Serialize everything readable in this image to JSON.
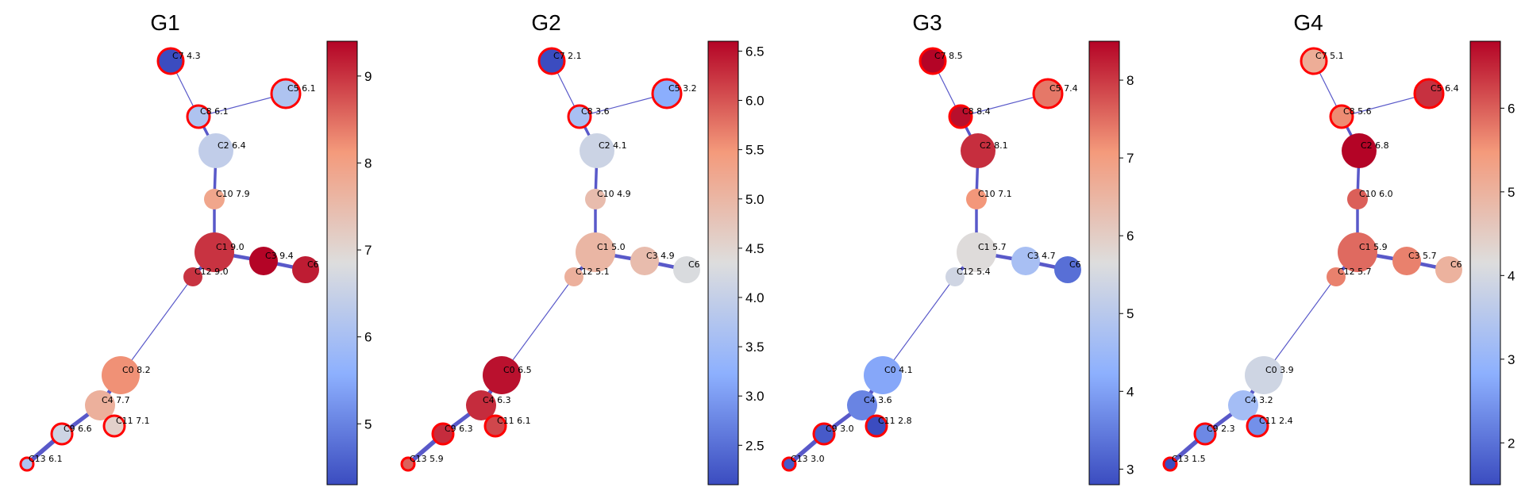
{
  "chart_data": [
    {
      "type": "network",
      "title": "G1",
      "colormap": "coolwarm",
      "colorbar": {
        "range": [
          4.3,
          9.4
        ],
        "ticks": [
          5,
          6,
          7,
          8,
          9
        ]
      },
      "nodes": [
        {
          "id": "C7",
          "label": "C7 4.3",
          "value": 4.3,
          "highlight": true
        },
        {
          "id": "C8",
          "label": "C8 6.1",
          "value": 6.1,
          "highlight": true
        },
        {
          "id": "C5",
          "label": "C5 6.1",
          "value": 6.1,
          "highlight": true
        },
        {
          "id": "C2",
          "label": "C2 6.4",
          "value": 6.4,
          "highlight": false
        },
        {
          "id": "C10",
          "label": "C10 7.9",
          "value": 7.9,
          "highlight": false
        },
        {
          "id": "C1",
          "label": "C1 9.0",
          "value": 9.0,
          "highlight": false
        },
        {
          "id": "C3",
          "label": "C3 9.4",
          "value": 9.4,
          "highlight": false
        },
        {
          "id": "C6",
          "label": "C6",
          "value": 9.2,
          "highlight": false
        },
        {
          "id": "C12",
          "label": "C12 9.0",
          "value": 9.0,
          "highlight": false
        },
        {
          "id": "C0",
          "label": "C0 8.2",
          "value": 8.2,
          "highlight": false
        },
        {
          "id": "C4",
          "label": "C4 7.7",
          "value": 7.7,
          "highlight": false
        },
        {
          "id": "C11",
          "label": "C11 7.1",
          "value": 7.1,
          "highlight": true
        },
        {
          "id": "C9",
          "label": "C9 6.6",
          "value": 6.6,
          "highlight": true
        },
        {
          "id": "C13",
          "label": "C13 6.1",
          "value": 6.1,
          "highlight": true
        }
      ]
    },
    {
      "type": "network",
      "title": "G2",
      "colormap": "coolwarm",
      "colorbar": {
        "range": [
          2.1,
          6.6
        ],
        "ticks": [
          2.5,
          3.0,
          3.5,
          4.0,
          4.5,
          5.0,
          5.5,
          6.0,
          6.5
        ]
      },
      "nodes": [
        {
          "id": "C7",
          "label": "C7 2.1",
          "value": 2.1,
          "highlight": true
        },
        {
          "id": "C8",
          "label": "C8 3.6",
          "value": 3.6,
          "highlight": true
        },
        {
          "id": "C5",
          "label": "C5 3.2",
          "value": 3.2,
          "highlight": true
        },
        {
          "id": "C2",
          "label": "C2 4.1",
          "value": 4.1,
          "highlight": false
        },
        {
          "id": "C10",
          "label": "C10 4.9",
          "value": 4.9,
          "highlight": false
        },
        {
          "id": "C1",
          "label": "C1 5.0",
          "value": 5.0,
          "highlight": false
        },
        {
          "id": "C3",
          "label": "C3 4.9",
          "value": 4.9,
          "highlight": false
        },
        {
          "id": "C6",
          "label": "C6",
          "value": 4.3,
          "highlight": false
        },
        {
          "id": "C12",
          "label": "C12 5.1",
          "value": 5.1,
          "highlight": false
        },
        {
          "id": "C0",
          "label": "C0 6.5",
          "value": 6.5,
          "highlight": false
        },
        {
          "id": "C4",
          "label": "C4 6.3",
          "value": 6.3,
          "highlight": false
        },
        {
          "id": "C11",
          "label": "C11 6.1",
          "value": 6.1,
          "highlight": true
        },
        {
          "id": "C9",
          "label": "C9 6.3",
          "value": 6.3,
          "highlight": true
        },
        {
          "id": "C13",
          "label": "C13 5.9",
          "value": 5.9,
          "highlight": true
        }
      ]
    },
    {
      "type": "network",
      "title": "G3",
      "colormap": "coolwarm",
      "colorbar": {
        "range": [
          2.8,
          8.5
        ],
        "ticks": [
          3,
          4,
          5,
          6,
          7,
          8
        ]
      },
      "nodes": [
        {
          "id": "C7",
          "label": "C7 8.5",
          "value": 8.5,
          "highlight": true
        },
        {
          "id": "C8",
          "label": "C8 8.4",
          "value": 8.4,
          "highlight": true
        },
        {
          "id": "C5",
          "label": "C5 7.4",
          "value": 7.4,
          "highlight": true
        },
        {
          "id": "C2",
          "label": "C2 8.1",
          "value": 8.1,
          "highlight": false
        },
        {
          "id": "C10",
          "label": "C10 7.1",
          "value": 7.1,
          "highlight": false
        },
        {
          "id": "C1",
          "label": "C1 5.7",
          "value": 5.7,
          "highlight": false
        },
        {
          "id": "C3",
          "label": "C3 4.7",
          "value": 4.7,
          "highlight": false
        },
        {
          "id": "C6",
          "label": "C6",
          "value": 3.3,
          "highlight": false
        },
        {
          "id": "C12",
          "label": "C12 5.4",
          "value": 5.4,
          "highlight": false
        },
        {
          "id": "C0",
          "label": "C0 4.1",
          "value": 4.1,
          "highlight": false
        },
        {
          "id": "C4",
          "label": "C4 3.6",
          "value": 3.6,
          "highlight": false
        },
        {
          "id": "C11",
          "label": "C11 2.8",
          "value": 2.8,
          "highlight": true
        },
        {
          "id": "C9",
          "label": "C9 3.0",
          "value": 3.0,
          "highlight": true
        },
        {
          "id": "C13",
          "label": "C13 3.0",
          "value": 3.0,
          "highlight": true
        }
      ]
    },
    {
      "type": "network",
      "title": "G4",
      "colormap": "coolwarm",
      "colorbar": {
        "range": [
          1.5,
          6.8
        ],
        "ticks": [
          2,
          3,
          4,
          5,
          6
        ]
      },
      "nodes": [
        {
          "id": "C7",
          "label": "C7 5.1",
          "value": 5.1,
          "highlight": true
        },
        {
          "id": "C8",
          "label": "C8 5.6",
          "value": 5.6,
          "highlight": true
        },
        {
          "id": "C5",
          "label": "C5 6.4",
          "value": 6.4,
          "highlight": true
        },
        {
          "id": "C2",
          "label": "C2 6.8",
          "value": 6.8,
          "highlight": false
        },
        {
          "id": "C10",
          "label": "C10 6.0",
          "value": 6.0,
          "highlight": false
        },
        {
          "id": "C1",
          "label": "C1 5.9",
          "value": 5.9,
          "highlight": false
        },
        {
          "id": "C3",
          "label": "C3 5.7",
          "value": 5.7,
          "highlight": false
        },
        {
          "id": "C6",
          "label": "C6",
          "value": 5.0,
          "highlight": false
        },
        {
          "id": "C12",
          "label": "C12 5.7",
          "value": 5.7,
          "highlight": false
        },
        {
          "id": "C0",
          "label": "C0 3.9",
          "value": 3.9,
          "highlight": false
        },
        {
          "id": "C4",
          "label": "C4 3.2",
          "value": 3.2,
          "highlight": false
        },
        {
          "id": "C11",
          "label": "C11 2.4",
          "value": 2.4,
          "highlight": true
        },
        {
          "id": "C9",
          "label": "C9 2.3",
          "value": 2.3,
          "highlight": true
        },
        {
          "id": "C13",
          "label": "C13 1.5",
          "value": 1.5,
          "highlight": true
        }
      ]
    }
  ],
  "edges": [
    {
      "source": "C7",
      "target": "C8"
    },
    {
      "source": "C8",
      "target": "C2"
    },
    {
      "source": "C5",
      "target": "C8"
    },
    {
      "source": "C2",
      "target": "C10"
    },
    {
      "source": "C10",
      "target": "C1"
    },
    {
      "source": "C1",
      "target": "C3"
    },
    {
      "source": "C3",
      "target": "C6"
    },
    {
      "source": "C1",
      "target": "C12"
    },
    {
      "source": "C12",
      "target": "C0"
    },
    {
      "source": "C0",
      "target": "C4"
    },
    {
      "source": "C4",
      "target": "C11"
    },
    {
      "source": "C4",
      "target": "C9"
    },
    {
      "source": "C9",
      "target": "C13"
    }
  ],
  "colors": {
    "highlight_ring": "#ff0000",
    "edge": "#3c3cc0",
    "cmap_low": "#3b4cc0",
    "cmap_mid": "#dddddd",
    "cmap_high": "#b40426"
  }
}
